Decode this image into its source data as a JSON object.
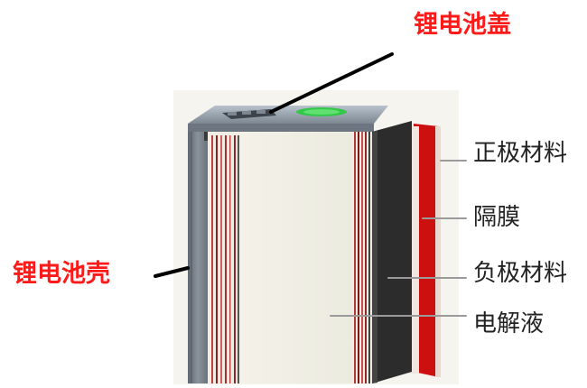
{
  "labels": {
    "cap": "锂电池盖",
    "shell": "锂电池壳",
    "positive": "正极材料",
    "separator": "隔膜",
    "negative": "负极材料",
    "electrolyte": "电解液"
  },
  "colors": {
    "callout_primary": "#ff1a1a",
    "callout_secondary": "#222222",
    "cathode_red": "#cc1010",
    "anode_dark": "#2c2c2c",
    "shell_grey": "#7c8590",
    "electrolyte_cream": "#f2f0e6",
    "cap_green": "#33c84a"
  }
}
